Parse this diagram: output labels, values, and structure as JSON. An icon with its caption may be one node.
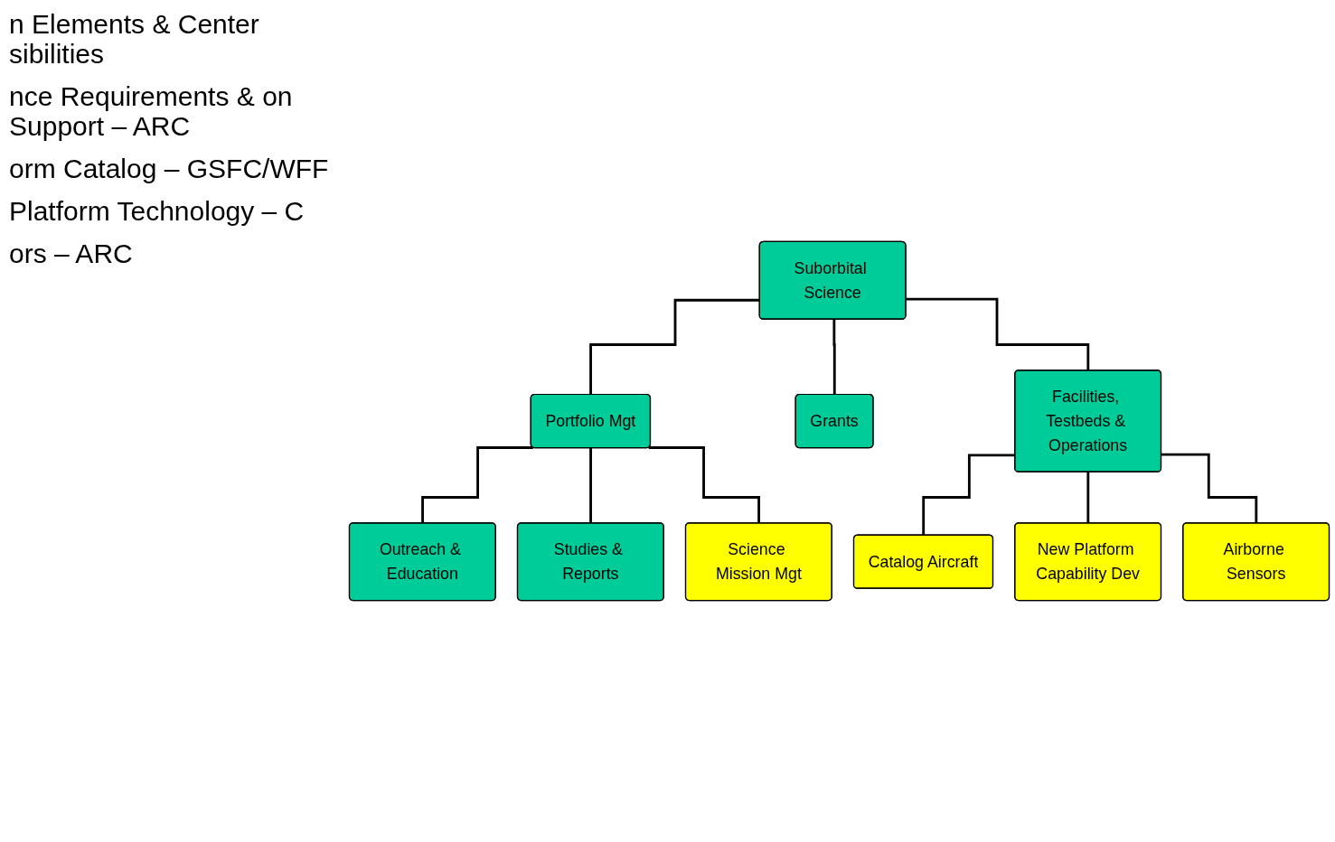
{
  "diagram": {
    "nodes": [
      {
        "text": [
          "Suborbital Science"
        ]
      },
      {
        "text": [
          "Portfolio Mgt"
        ]
      },
      {
        "text": [
          "Grants"
        ]
      },
      {
        "text": [
          "Facilities, Testbeds & Operations"
        ]
      },
      {
        "text": [
          "Outreach & Education"
        ]
      },
      {
        "text": [
          "Studies & Reports"
        ]
      },
      {
        "text": [
          "Science Mission Mgt"
        ]
      },
      {
        "text": [
          "Catalog Aircraft"
        ]
      },
      {
        "text": [
          "New Platform Capability Dev"
        ]
      },
      {
        "text": [
          "Airborne Sensors"
        ]
      }
    ],
    "edges": [
      {
        "from": 0,
        "to": 1,
        "arrow": "none"
      },
      {
        "from": 0,
        "to": 2,
        "arrow": "none"
      },
      {
        "from": 0,
        "to": 3,
        "arrow": "none"
      },
      {
        "from": 1,
        "to": 4,
        "arrow": "none"
      },
      {
        "from": 1,
        "to": 5,
        "arrow": "none"
      },
      {
        "from": 1,
        "to": 6,
        "arrow": "none"
      },
      {
        "from": 3,
        "to": 7,
        "arrow": "none"
      },
      {
        "from": 3,
        "to": 8,
        "arrow": "none"
      },
      {
        "from": 3,
        "to": 9,
        "arrow": "none"
      }
    ],
    "labels": [
      "n Elements & Center sibilities",
      "nce Requirements & on Support – ARC",
      "orm Catalog – GSFC/WFF",
      "Platform Technology – C",
      "ors – ARC"
    ]
  }
}
